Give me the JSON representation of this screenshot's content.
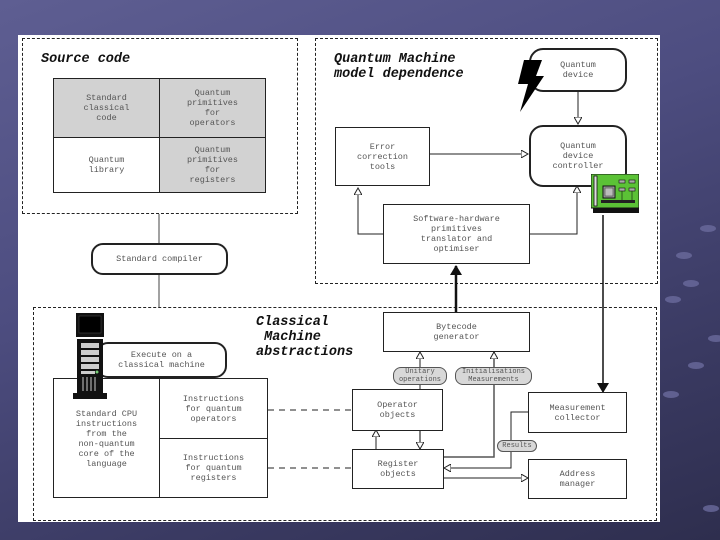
{
  "diagram": {
    "regions": {
      "source_code": {
        "title": "Source code"
      },
      "quantum_machine": {
        "title": "Quantum Machine\nmodel dependence"
      },
      "classical_machine": {
        "title": "Classical\n Machine\nabstractions"
      }
    },
    "source_grid": {
      "standard_classical_code": "Standard\nclassical\ncode",
      "quantum_primitives_operators": "Quantum\nprimitives\nfor\noperators",
      "quantum_library": "Quantum\nlibrary",
      "quantum_primitives_registers": "Quantum\nprimitives\nfor\nregisters"
    },
    "nodes": {
      "standard_compiler": "Standard compiler",
      "quantum_device": "Quantum\ndevice",
      "error_correction_tools": "Error\ncorrection\ntools",
      "quantum_device_controller": "Quantum\ndevice\ncontroller",
      "sw_hw_translator": "Software-hardware\nprimitives\ntranslator and\noptimiser",
      "execute_classical": "Execute on a\nclassical machine",
      "standard_cpu_instructions": "Standard CPU\ninstructions\nfrom the\nnon-quantum\ncore of the\nlanguage",
      "instructions_quantum_operators": "Instructions\nfor quantum\noperators",
      "instructions_quantum_registers": "Instructions\nfor quantum\nregisters",
      "bytecode_generator": "Bytecode\ngenerator",
      "operator_objects": "Operator\nobjects",
      "register_objects": "Register\nobjects",
      "measurement_collector": "Measurement\ncollector",
      "address_manager": "Address\nmanager"
    },
    "edge_labels": {
      "unitary_operations": "Unitary\noperations",
      "initialisations_measurements": "Initialisations\nMeasurements",
      "results": "Results"
    },
    "icons": [
      "lightning-bolt-icon",
      "circuit-board-icon",
      "computer-tower-icon"
    ],
    "colors": {
      "background": "#4d4d80",
      "grey_cell": "#d2d2d2",
      "circuit_board": "#5bc236"
    }
  }
}
